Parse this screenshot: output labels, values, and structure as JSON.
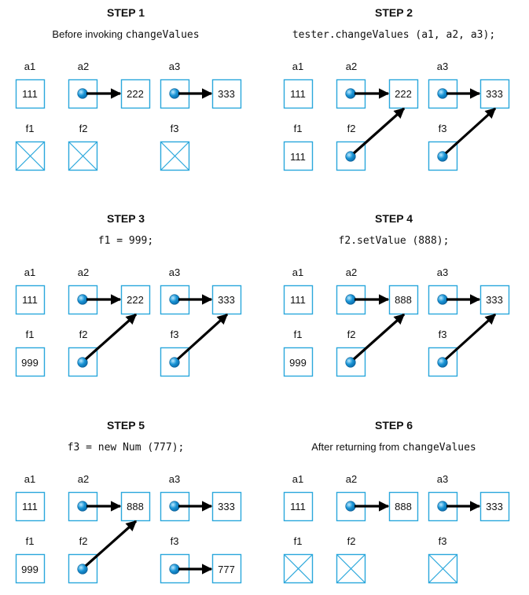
{
  "accent_color": "#2aa7dc",
  "dot_color": "#1a95d6",
  "steps": [
    {
      "heading": "STEP 1",
      "caption": [
        {
          "t": "Before invoking ",
          "mono": false
        },
        {
          "t": "changeValues",
          "mono": true
        }
      ],
      "vars": [
        {
          "label": "a1",
          "kind": "value",
          "value": "111"
        },
        {
          "label": "a2",
          "kind": "ref",
          "target": "222"
        },
        {
          "label": "a3",
          "kind": "ref",
          "target": "333"
        },
        {
          "label": "f1",
          "kind": "empty"
        },
        {
          "label": "f2",
          "kind": "empty"
        },
        {
          "label": "f3",
          "kind": "empty"
        }
      ]
    },
    {
      "heading": "STEP 2",
      "caption": [
        {
          "t": "tester.changeValues (a1, a2, a3);",
          "mono": true
        }
      ],
      "vars": [
        {
          "label": "a1",
          "kind": "value",
          "value": "111"
        },
        {
          "label": "a2",
          "kind": "ref",
          "target": "222"
        },
        {
          "label": "a3",
          "kind": "ref",
          "target": "333"
        },
        {
          "label": "f1",
          "kind": "value",
          "value": "111"
        },
        {
          "label": "f2",
          "kind": "ref",
          "target": "222"
        },
        {
          "label": "f3",
          "kind": "ref",
          "target": "333"
        }
      ]
    },
    {
      "heading": "STEP 3",
      "caption": [
        {
          "t": "f1 = 999;",
          "mono": true
        }
      ],
      "vars": [
        {
          "label": "a1",
          "kind": "value",
          "value": "111"
        },
        {
          "label": "a2",
          "kind": "ref",
          "target": "222"
        },
        {
          "label": "a3",
          "kind": "ref",
          "target": "333"
        },
        {
          "label": "f1",
          "kind": "value",
          "value": "999"
        },
        {
          "label": "f2",
          "kind": "ref",
          "target": "222"
        },
        {
          "label": "f3",
          "kind": "ref",
          "target": "333"
        }
      ]
    },
    {
      "heading": "STEP 4",
      "caption": [
        {
          "t": "f2.setValue (888);",
          "mono": true
        }
      ],
      "vars": [
        {
          "label": "a1",
          "kind": "value",
          "value": "111"
        },
        {
          "label": "a2",
          "kind": "ref",
          "target": "888"
        },
        {
          "label": "a3",
          "kind": "ref",
          "target": "333"
        },
        {
          "label": "f1",
          "kind": "value",
          "value": "999"
        },
        {
          "label": "f2",
          "kind": "ref",
          "target": "888"
        },
        {
          "label": "f3",
          "kind": "ref",
          "target": "333"
        }
      ]
    },
    {
      "heading": "STEP 5",
      "caption": [
        {
          "t": "f3 = new Num (777);",
          "mono": true
        }
      ],
      "vars": [
        {
          "label": "a1",
          "kind": "value",
          "value": "111"
        },
        {
          "label": "a2",
          "kind": "ref",
          "target": "888"
        },
        {
          "label": "a3",
          "kind": "ref",
          "target": "333"
        },
        {
          "label": "f1",
          "kind": "value",
          "value": "999"
        },
        {
          "label": "f2",
          "kind": "ref",
          "target": "888"
        },
        {
          "label": "f3",
          "kind": "ref",
          "target": "777"
        }
      ]
    },
    {
      "heading": "STEP 6",
      "caption": [
        {
          "t": "After returning from ",
          "mono": false
        },
        {
          "t": "changeValues",
          "mono": true
        }
      ],
      "vars": [
        {
          "label": "a1",
          "kind": "value",
          "value": "111"
        },
        {
          "label": "a2",
          "kind": "ref",
          "target": "888"
        },
        {
          "label": "a3",
          "kind": "ref",
          "target": "333"
        },
        {
          "label": "f1",
          "kind": "empty"
        },
        {
          "label": "f2",
          "kind": "empty"
        },
        {
          "label": "f3",
          "kind": "empty"
        }
      ]
    }
  ]
}
